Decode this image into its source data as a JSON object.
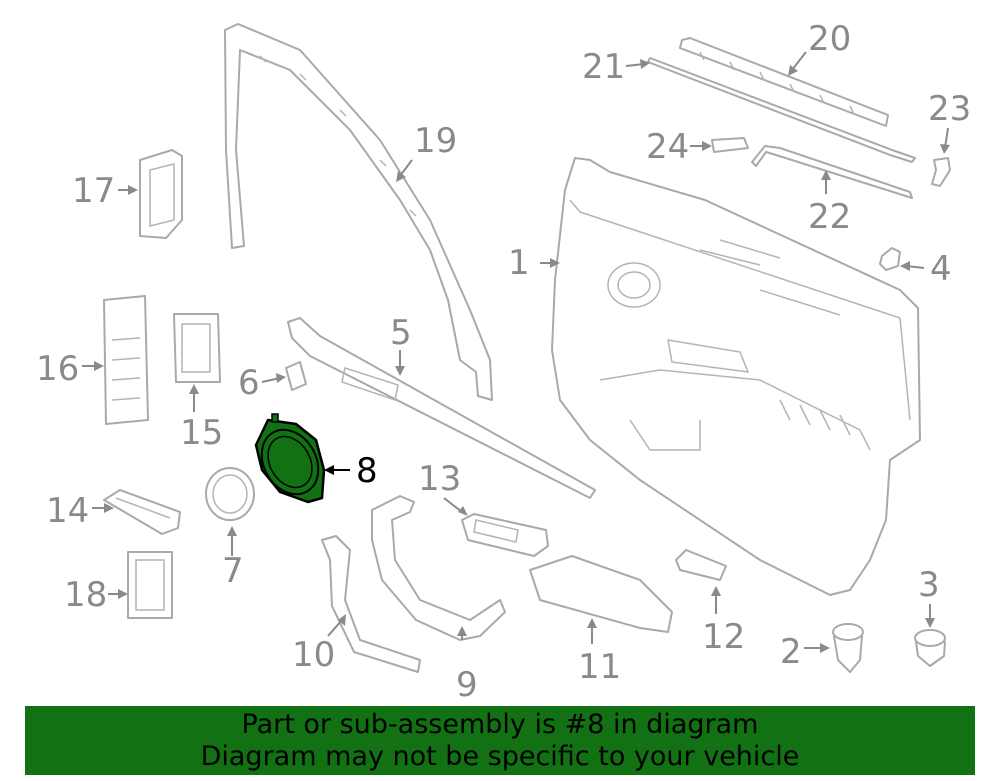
{
  "labels": {
    "p1": "1",
    "p2": "2",
    "p3": "3",
    "p4": "4",
    "p5": "5",
    "p6": "6",
    "p7": "7",
    "p8": "8",
    "p9": "9",
    "p10": "10",
    "p11": "11",
    "p12": "12",
    "p13": "13",
    "p14": "14",
    "p15": "15",
    "p16": "16",
    "p17": "17",
    "p18": "18",
    "p19": "19",
    "p20": "20",
    "p21": "21",
    "p22": "22",
    "p23": "23",
    "p24": "24"
  },
  "highlighted_part": "8",
  "colors": {
    "highlight_fill": "#127213",
    "banner_bg": "#127213",
    "part_stroke": "#a9a9a9",
    "label_text": "#8a8a8a"
  },
  "banner": {
    "line1": "Part or sub-assembly is #8 in diagram",
    "line2": "Diagram may not be specific to your vehicle"
  }
}
